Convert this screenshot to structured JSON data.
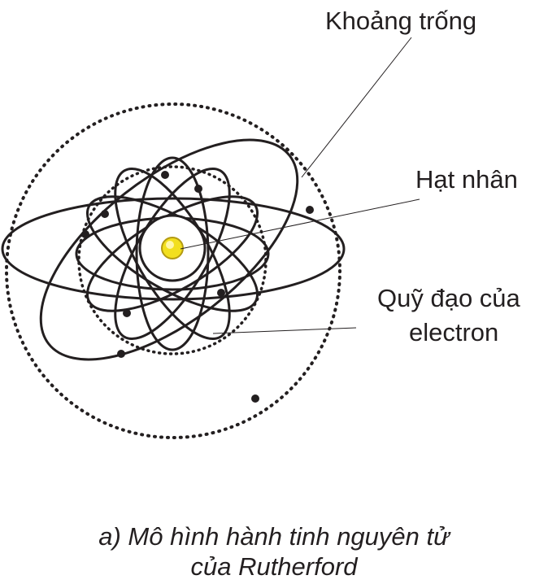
{
  "labels": {
    "empty_space": "Khoảng trống",
    "nucleus": "Hạt nhân",
    "orbit_line1": "Quỹ đạo của",
    "orbit_line2": "electron"
  },
  "caption": {
    "line1": "a) Mô hình hành tinh nguyên tử",
    "line2": "của Rutherford"
  },
  "colors": {
    "ink": "#231f20",
    "nucleus_fill": "#f2df1e",
    "nucleus_stroke": "#b39a12"
  }
}
